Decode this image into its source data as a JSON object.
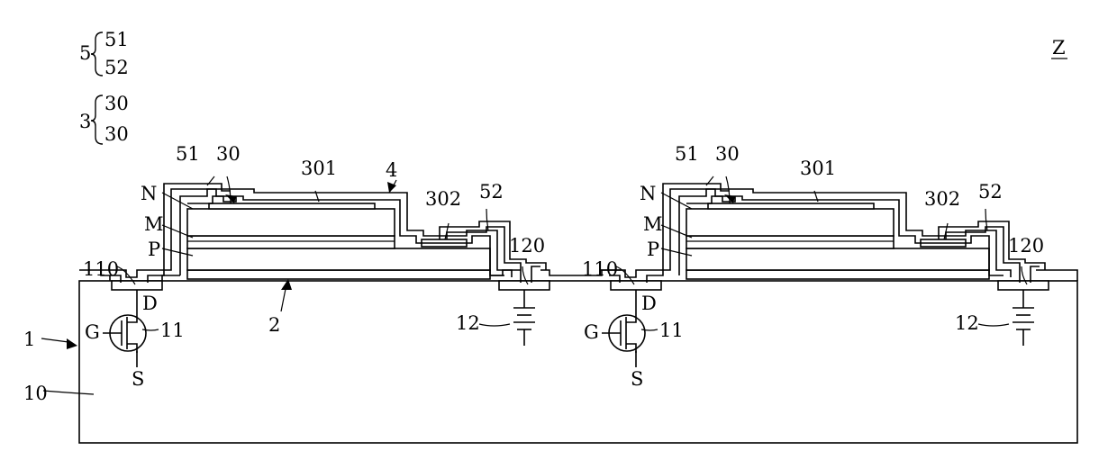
{
  "figure_label": "Z",
  "legend": [
    {
      "group": "5",
      "members": [
        "51",
        "52"
      ]
    },
    {
      "group": "3",
      "members": [
        "30",
        "30"
      ]
    }
  ],
  "labels": {
    "substrate": "1",
    "substrate_body": "10",
    "layer_2": "2",
    "layer_4": "4",
    "layer_n": "N",
    "layer_m": "M",
    "layer_p": "P",
    "electrode_51": "51",
    "electrode_52": "52",
    "chip_30": "30",
    "pad_301": "301",
    "pad_302": "302",
    "contact_110": "110",
    "contact_120": "120",
    "transistor_11": "11",
    "gate": "G",
    "drain": "D",
    "source": "S",
    "battery_12": "12"
  }
}
